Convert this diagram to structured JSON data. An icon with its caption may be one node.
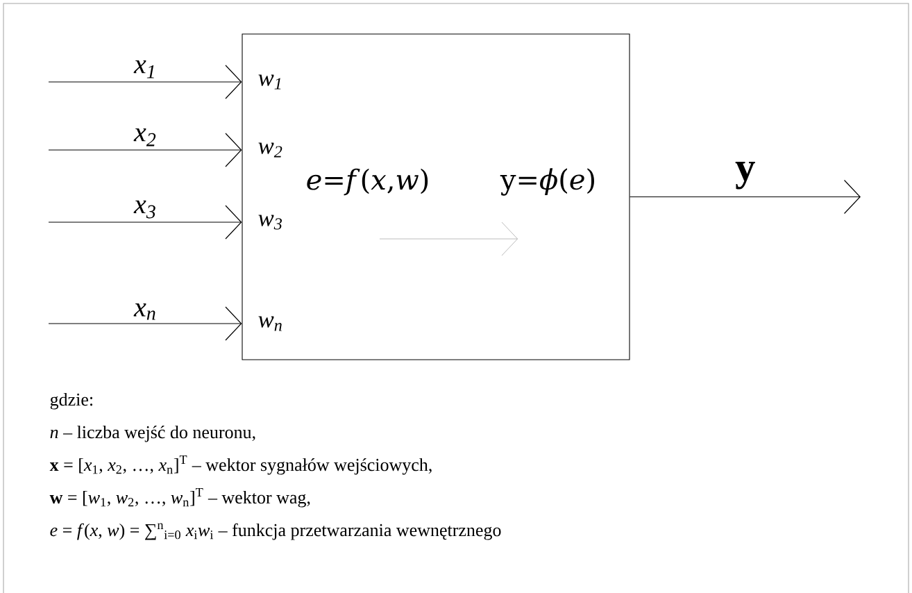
{
  "diagram": {
    "nodes": [
      {
        "text": [
          "*e*=*f*(*x*,*w*)",
          "y=*ϕ*(*e*)"
        ]
      },
      {
        "text": [
          "w$_{1}$"
        ],
        "in": 0
      },
      {
        "text": [
          "w$_{2}$"
        ],
        "in": 0
      },
      {
        "text": [
          "w$_{3}$"
        ],
        "in": 0
      },
      {
        "text": [
          "w$_{n}$"
        ],
        "in": 0
      }
    ],
    "edges": [
      {
        "from": null,
        "to": 1,
        "arrow": "to",
        "label": "x$_{1}$"
      },
      {
        "from": null,
        "to": 2,
        "arrow": "to",
        "label": "x$_{2}$"
      },
      {
        "from": null,
        "to": 3,
        "arrow": "to",
        "label": "x$_{3}$"
      },
      {
        "from": null,
        "to": 4,
        "arrow": "to",
        "label": "x$_{n}$"
      },
      {
        "from": 0,
        "to": null,
        "arrow": "to",
        "label": "y"
      }
    ],
    "labels": [
      "gdzie:",
      "*n* – liczba wejść do neuronu,",
      "**x** = [*x*$_{1}$, *x*$_{2}$, …, *x*$_{n}$]$^{T}$ – wektor sygnałów wejściowych,",
      "**w** = [*w*$_{1}$, *w*$_{2}$, …, *w*$_{n}$]$^{T}$ – wektor wag,",
      "*e* = *f*(*x*, *w*) = ∑$^{n}$$_{i=0}$ *x*$_{i}$*w*$_{i}$ – funkcja przetwarzania wewnętrznego"
    ]
  }
}
